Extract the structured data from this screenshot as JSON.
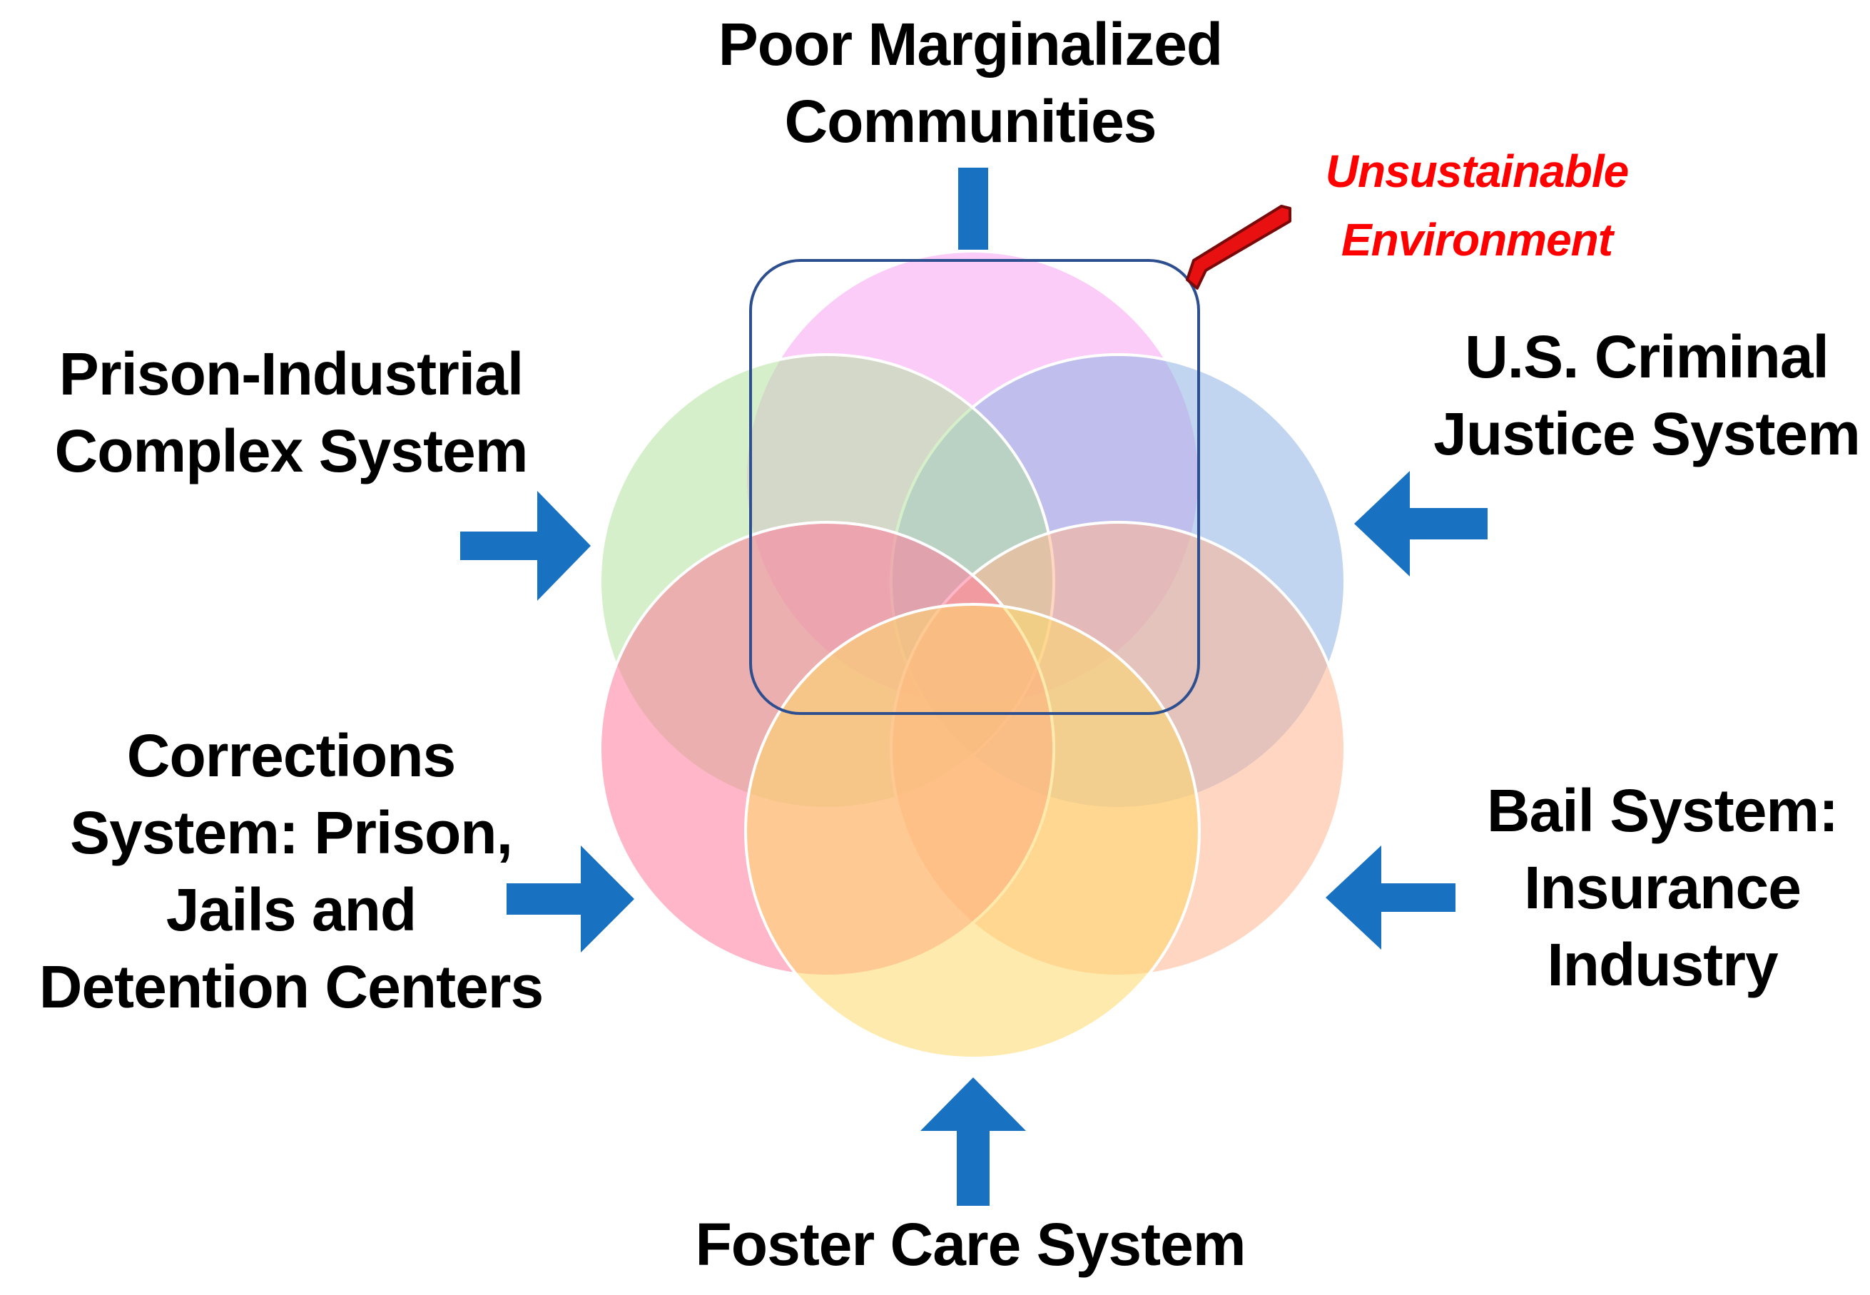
{
  "labels": {
    "top": [
      "Poor Marginalized",
      "Communities"
    ],
    "upper_left": [
      "Prison-Industrial",
      "Complex System"
    ],
    "upper_right": [
      "U.S. Criminal",
      "Justice System"
    ],
    "lower_left": [
      "Corrections",
      "System: Prison,",
      "Jails and",
      "Detention Centers"
    ],
    "lower_right": [
      "Bail System:",
      "Insurance",
      "Industry"
    ],
    "bottom": [
      "Foster Care System"
    ],
    "callout": [
      "Unsustainable",
      "Environment"
    ]
  },
  "colors": {
    "pink_circle": "#f7a3f3",
    "blue_circle": "#8fb3e3",
    "green_circle": "#b4e2a0",
    "coral_circle": "#ffb490",
    "red_circle": "#ff7a9a",
    "yellow_circle": "#ffd96a",
    "arrow": "#1971c2",
    "callout_arrow": "#e81010",
    "frame": "#2e4f8f"
  }
}
